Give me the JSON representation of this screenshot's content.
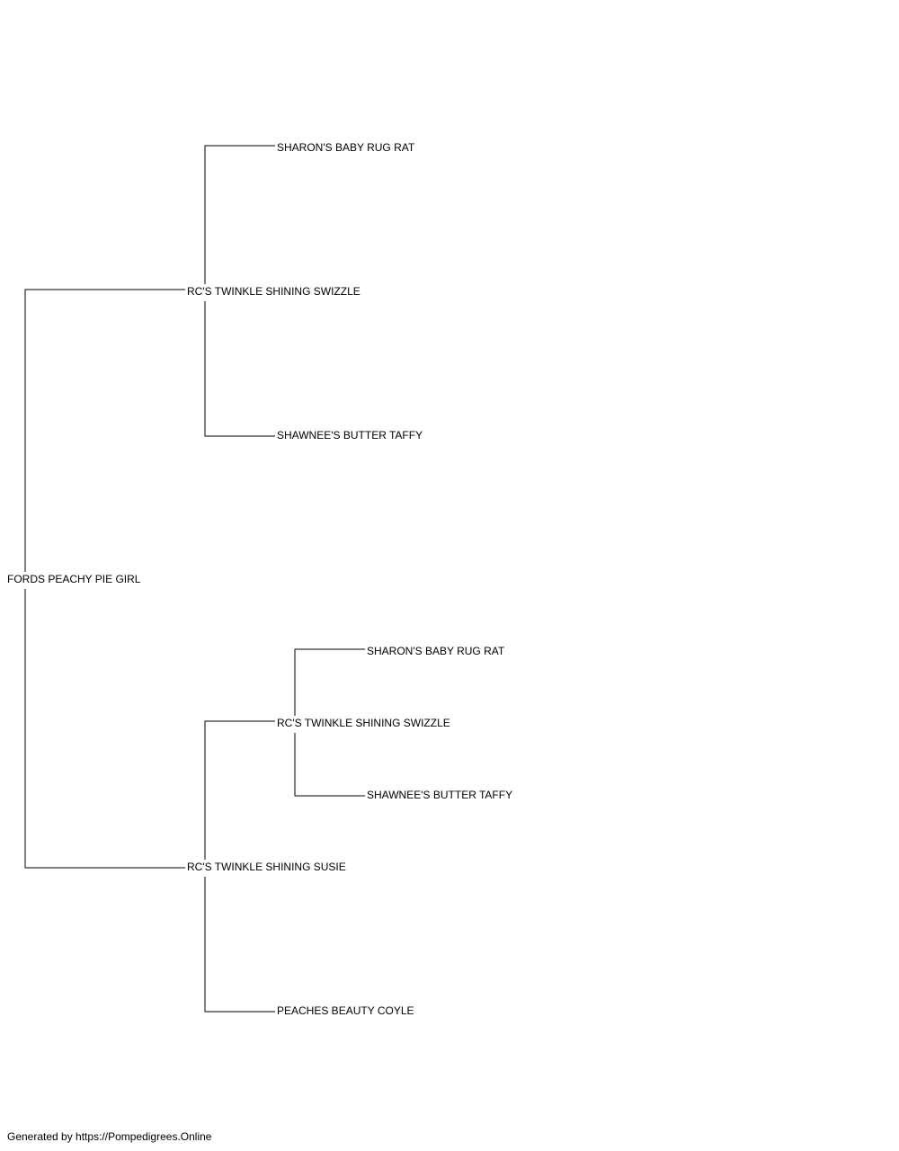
{
  "pedigree": {
    "subject": "FORDS PEACHY PIE GIRL",
    "sire": {
      "name": "RC'S TWINKLE SHINING SWIZZLE",
      "sire": {
        "name": "SHARON'S BABY RUG RAT"
      },
      "dam": {
        "name": "SHAWNEE'S BUTTER TAFFY"
      }
    },
    "dam": {
      "name": "RC'S TWINKLE SHINING SUSIE",
      "sire": {
        "name": "RC'S TWINKLE SHINING SWIZZLE",
        "sire": {
          "name": "SHARON'S BABY RUG RAT"
        },
        "dam": {
          "name": "SHAWNEE'S BUTTER TAFFY"
        }
      },
      "dam": {
        "name": "PEACHES BEAUTY COYLE"
      }
    }
  },
  "footer": {
    "text": "Generated by https://Pompedigrees.Online"
  },
  "colors": {
    "line": "#000000",
    "text": "#000000",
    "background": "#ffffff"
  }
}
